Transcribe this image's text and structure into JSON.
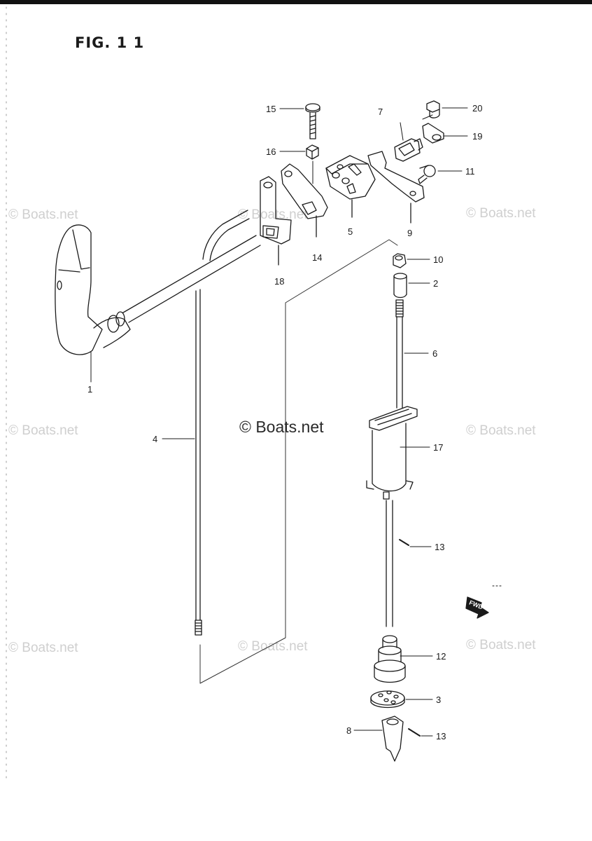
{
  "figure": {
    "title": "FIG. 1 1"
  },
  "watermark": {
    "main": "© Boats.net",
    "tile": "© Boats.net"
  },
  "direction_marker": {
    "text": "FWD"
  },
  "callouts": [
    {
      "id": "c1",
      "number": "1"
    },
    {
      "id": "c2",
      "number": "2"
    },
    {
      "id": "c3",
      "number": "3"
    },
    {
      "id": "c4",
      "number": "4"
    },
    {
      "id": "c5",
      "number": "5"
    },
    {
      "id": "c6",
      "number": "6"
    },
    {
      "id": "c7",
      "number": "7"
    },
    {
      "id": "c8",
      "number": "8"
    },
    {
      "id": "c9",
      "number": "9"
    },
    {
      "id": "c10",
      "number": "10"
    },
    {
      "id": "c11",
      "number": "11"
    },
    {
      "id": "c12",
      "number": "12"
    },
    {
      "id": "c13a",
      "number": "13"
    },
    {
      "id": "c13b",
      "number": "13"
    },
    {
      "id": "c14",
      "number": "14"
    },
    {
      "id": "c15",
      "number": "15"
    },
    {
      "id": "c16",
      "number": "16"
    },
    {
      "id": "c17",
      "number": "17"
    },
    {
      "id": "c18",
      "number": "18"
    },
    {
      "id": "c19",
      "number": "19"
    },
    {
      "id": "c20",
      "number": "20"
    }
  ]
}
